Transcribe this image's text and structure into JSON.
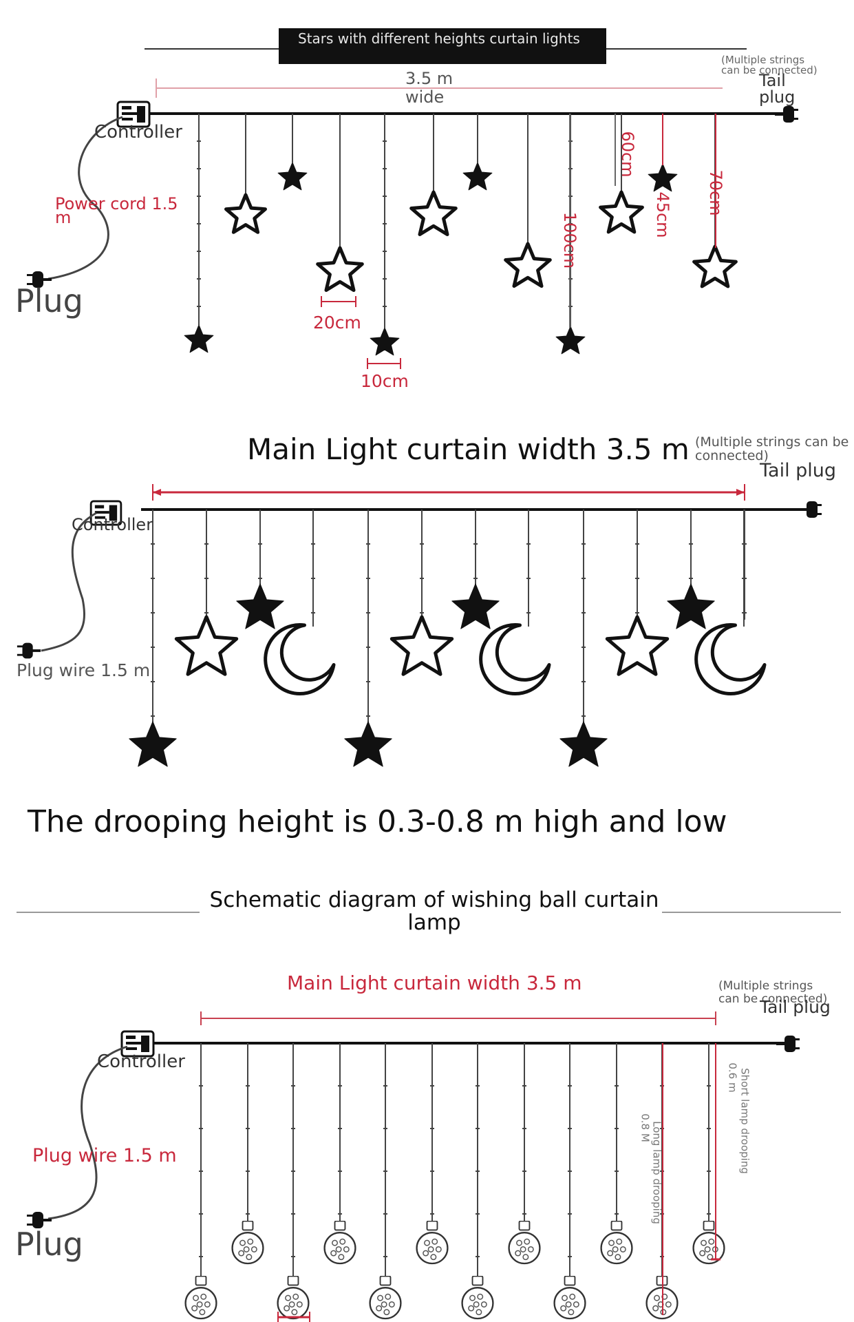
{
  "section1": {
    "title": "Stars with different heights curtain lights",
    "width_value": "3.5 m",
    "width_unit": "wide",
    "multiple_line1": "(Multiple strings",
    "multiple_line2": "can be connected)",
    "tail_line1": "Tail",
    "tail_line2": "plug",
    "controller": "Controller",
    "power_line1": "Power cord 1.5",
    "power_line2": "m",
    "plug": "Plug",
    "dim_20": "20cm",
    "dim_10": "10cm",
    "dim_60": "60cm",
    "dim_100": "100cm",
    "dim_45": "45cm",
    "dim_70": "70cm"
  },
  "section2": {
    "title": "Main Light curtain width 3.5 m",
    "multiple_line1": "(Multiple strings can be",
    "multiple_line2": "connected)",
    "tail": "Tail plug",
    "controller": "Controller",
    "plug_wire": "Plug wire 1.5 m",
    "drooping_note": "The drooping height is 0.3-0.8 m high and low"
  },
  "section3": {
    "title_line1": "Schematic diagram of wishing ball curtain",
    "title_line2": "lamp",
    "width": "Main Light curtain width 3.5 m",
    "multiple_line1": "(Multiple strings",
    "multiple_line2": "can be connected)",
    "tail": "Tail plug",
    "controller": "Controller",
    "plug_wire": "Plug wire 1.5 m",
    "plug": "Plug",
    "long_line1": "Long lamp drooping",
    "long_line2": "0.8 M",
    "short_line1": "Short lamp drooping",
    "short_line2": "0.6 m"
  },
  "colors": {
    "accent_red": "#c8283c",
    "dim_red": "#c8283c",
    "ink": "#111111",
    "label_gray": "#555555"
  }
}
